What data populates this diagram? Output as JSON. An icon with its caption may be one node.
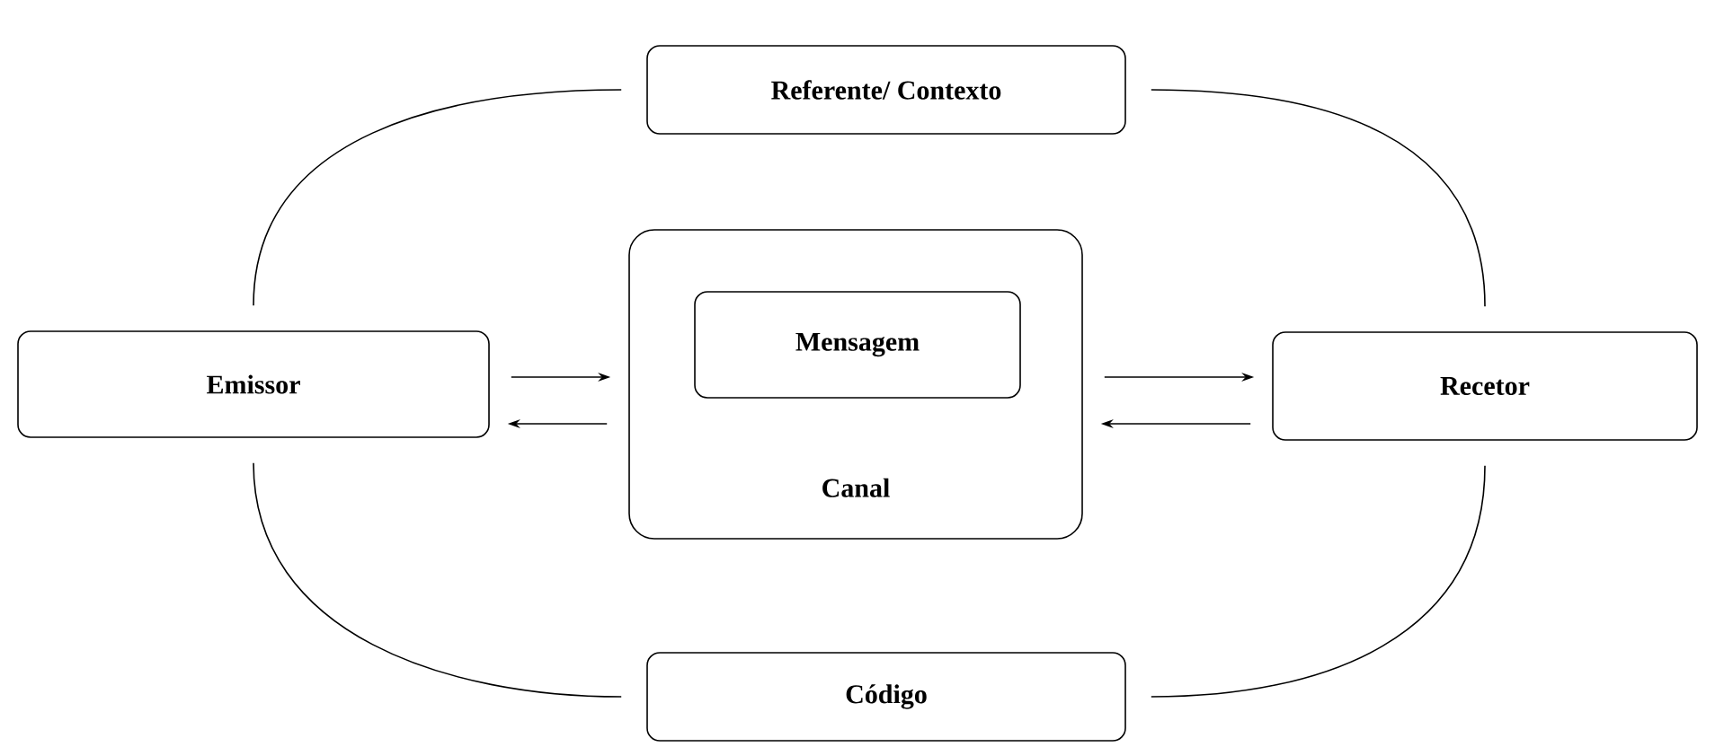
{
  "diagram": {
    "nodes": [
      {
        "text": [
          "Referente/ Contexto"
        ]
      },
      {
        "text": [
          "Emissor"
        ]
      },
      {
        "text": [
          "Canal"
        ]
      },
      {
        "text": [
          "Mensagem"
        ],
        "in": 2
      },
      {
        "text": [
          "Recetor"
        ]
      },
      {
        "text": [
          "Código"
        ]
      }
    ],
    "edges": [
      {
        "from": 1,
        "to": 0,
        "arrow": "none"
      },
      {
        "from": 0,
        "to": 4,
        "arrow": "none"
      },
      {
        "from": 1,
        "to": 2,
        "arrow": "to"
      },
      {
        "from": 2,
        "to": 1,
        "arrow": "to"
      },
      {
        "from": 2,
        "to": 4,
        "arrow": "to"
      },
      {
        "from": 4,
        "to": 2,
        "arrow": "to"
      },
      {
        "from": 1,
        "to": 5,
        "arrow": "none"
      },
      {
        "from": 4,
        "to": 5,
        "arrow": "none"
      }
    ]
  }
}
